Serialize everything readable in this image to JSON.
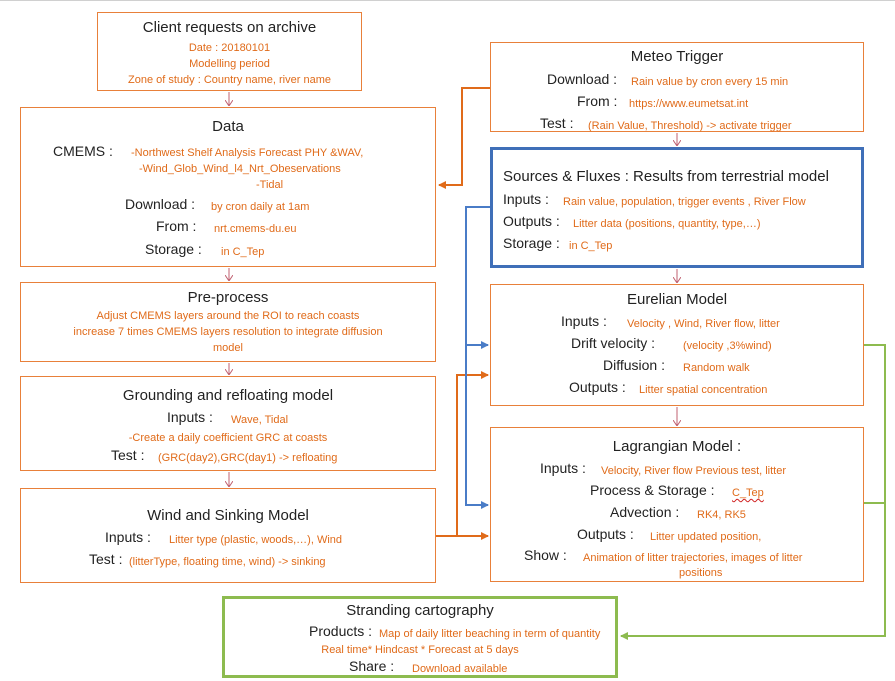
{
  "colors": {
    "box_border": "#e8803a",
    "value_text": "#e06b1a",
    "sources_border": "#3f6fb8",
    "stranding_border": "#8dbb4f",
    "arrow_orange": "#e06b1a",
    "arrow_blue": "#4a7cc7",
    "arrow_green": "#8dbb4f",
    "arrow_down": "#c06070"
  },
  "client": {
    "title": "Client requests on archive",
    "date": "Date : 20180101",
    "period": "Modelling period",
    "zone": "Zone of study : Country name, river name"
  },
  "data": {
    "title": "Data",
    "cmems_key": "CMEMS :",
    "cmems_1": "-Northwest Shelf Analysis Forecast PHY &WAV,",
    "cmems_2": "-Wind_Glob_Wind_l4_Nrt_Obeservations",
    "cmems_3": "-Tidal",
    "download_key": "Download :",
    "download_val": "by cron daily at 1am",
    "from_key": "From :",
    "from_val": "nrt.cmems-du.eu",
    "storage_key": "Storage :",
    "storage_val": "in C_Tep"
  },
  "preprocess": {
    "title": "Pre-process",
    "line1": "Adjust CMEMS layers around the ROI to reach coasts",
    "line2": "increase 7 times CMEMS layers resolution to integrate diffusion",
    "line3": "model"
  },
  "grounding": {
    "title": "Grounding and refloating model",
    "inputs_key": "Inputs :",
    "inputs_val": "Wave, Tidal",
    "line": "-Create a daily coefficient GRC at coasts",
    "test_key": "Test :",
    "test_val": "(GRC(day2),GRC(day1) -> refloating"
  },
  "wind": {
    "title": "Wind and Sinking Model",
    "inputs_key": "Inputs :",
    "inputs_val": "Litter type (plastic, woods,…), Wind",
    "test_key": "Test :",
    "test_val": "(litterType, floating time, wind) -> sinking"
  },
  "meteo": {
    "title": "Meteo Trigger",
    "download_key": "Download :",
    "download_val": "Rain value by cron every 15 min",
    "from_key": "From :",
    "from_val": "https://www.eumetsat.int",
    "test_key": "Test :",
    "test_val": "(Rain Value, Threshold) -> activate trigger"
  },
  "sources": {
    "title": "Sources & Fluxes : Results from terrestrial model",
    "inputs_key": "Inputs :",
    "inputs_val": "Rain value, population, trigger events , River Flow",
    "outputs_key": "Outputs :",
    "outputs_val": "Litter data (positions, quantity, type,…)",
    "storage_key": "Storage :",
    "storage_val": "in C_Tep"
  },
  "eurelian": {
    "title": "Eurelian Model",
    "inputs_key": "Inputs :",
    "inputs_val": "Velocity , Wind, River flow, litter",
    "drift_key": "Drift velocity :",
    "drift_val": "(velocity ,3%wind)",
    "diffusion_key": "Diffusion :",
    "diffusion_val": "Random walk",
    "outputs_key": "Outputs :",
    "outputs_val": "Litter spatial concentration"
  },
  "lagrangian": {
    "title": "Lagrangian Model :",
    "inputs_key": "Inputs :",
    "inputs_val": "Velocity, River flow Previous test, litter",
    "process_key": "Process & Storage :",
    "process_val": "C_Tep",
    "advection_key": "Advection :",
    "advection_val": "RK4, RK5",
    "outputs_key": "Outputs :",
    "outputs_val": "Litter updated position,",
    "show_key": "Show :",
    "show_val_1": "Animation of litter trajectories, images of litter",
    "show_val_2": "positions"
  },
  "stranding": {
    "title": "Stranding cartography",
    "products_key": "Products :",
    "products_val": "Map of daily litter beaching in term of quantity",
    "line": "Real time* Hindcast * Forecast at 5 days",
    "share_key": "Share :",
    "share_val": "Download available"
  }
}
